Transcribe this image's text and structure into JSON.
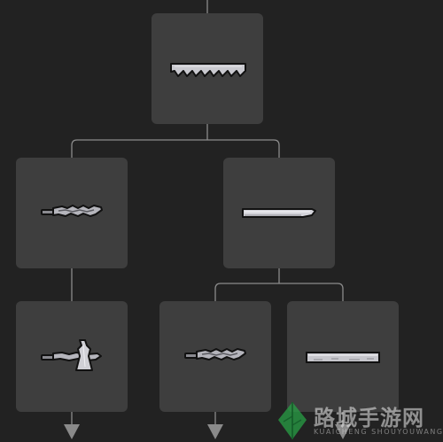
{
  "tree": {
    "nodes": [
      {
        "id": "saw",
        "item_icon": "serrated-saw-blade-icon"
      },
      {
        "id": "blade-left",
        "item_icon": "jagged-knife-icon"
      },
      {
        "id": "blade-right",
        "item_icon": "flat-blade-icon"
      },
      {
        "id": "axe",
        "item_icon": "hand-axe-icon"
      },
      {
        "id": "blade-left-2",
        "item_icon": "jagged-knife-icon"
      },
      {
        "id": "bar",
        "item_icon": "metal-bar-icon"
      }
    ],
    "colors": {
      "background": "#222222",
      "node": "#3e3e3e",
      "connector": "#8c8c8c",
      "arrow": "#8a8a8a",
      "item_fill": "#c9c9cf",
      "item_outline": "#111111"
    }
  },
  "watermark": {
    "title": "路城手游网",
    "subtitle": "KUAICHENG SHOUYOUWANG"
  }
}
